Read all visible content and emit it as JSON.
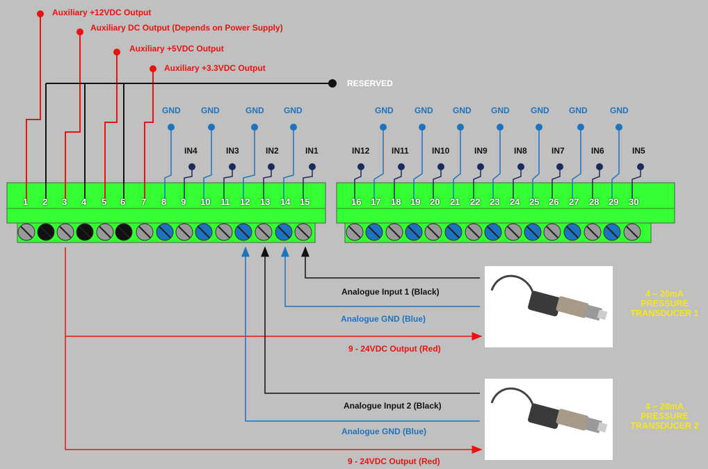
{
  "labels": {
    "aux12": "Auxiliary +12VDC Output",
    "auxdc": "Auxiliary DC Output (Depends on Power Supply)",
    "aux5": "Auxiliary +5VDC Output",
    "aux33": "Auxiliary +3.3VDC Output",
    "reserved": "RESERVED"
  },
  "gnd_label": "GND",
  "inputs": [
    "IN4",
    "IN3",
    "IN2",
    "IN1",
    "IN12",
    "IN11",
    "IN10",
    "IN9",
    "IN8",
    "IN7",
    "IN6",
    "IN5"
  ],
  "pins": [
    "1",
    "2",
    "3",
    "4",
    "5",
    "6",
    "7",
    "8",
    "9",
    "10",
    "11",
    "12",
    "13",
    "14",
    "15",
    "16",
    "17",
    "18",
    "19",
    "20",
    "21",
    "22",
    "23",
    "24",
    "25",
    "26",
    "27",
    "28",
    "29",
    "30"
  ],
  "sensor1": {
    "input": "Analogue Input 1 (Black)",
    "gnd": "Analogue GND (Blue)",
    "power": "9 - 24VDC Output (Red)",
    "title_line1": "4 – 20mA",
    "title_line2": "PRESSURE",
    "title_line3": "TRANSDUCER 1"
  },
  "sensor2": {
    "input": "Analogue Input 2 (Black)",
    "gnd": "Analogue GND (Blue)",
    "power": "9 - 24VDC Output (Red)",
    "title_line1": "4 – 20mA",
    "title_line2": "PRESSURE",
    "title_line3": "TRANSDUCER 2"
  },
  "colors": {
    "background": "#c0c0c0",
    "terminal_green": "#33ff33",
    "wire_red": "#e8130f",
    "wire_black": "#111111",
    "wire_blue": "#1e73be",
    "dot_navy": "#1a2a5a",
    "title_yellow": "#f5e61e"
  }
}
